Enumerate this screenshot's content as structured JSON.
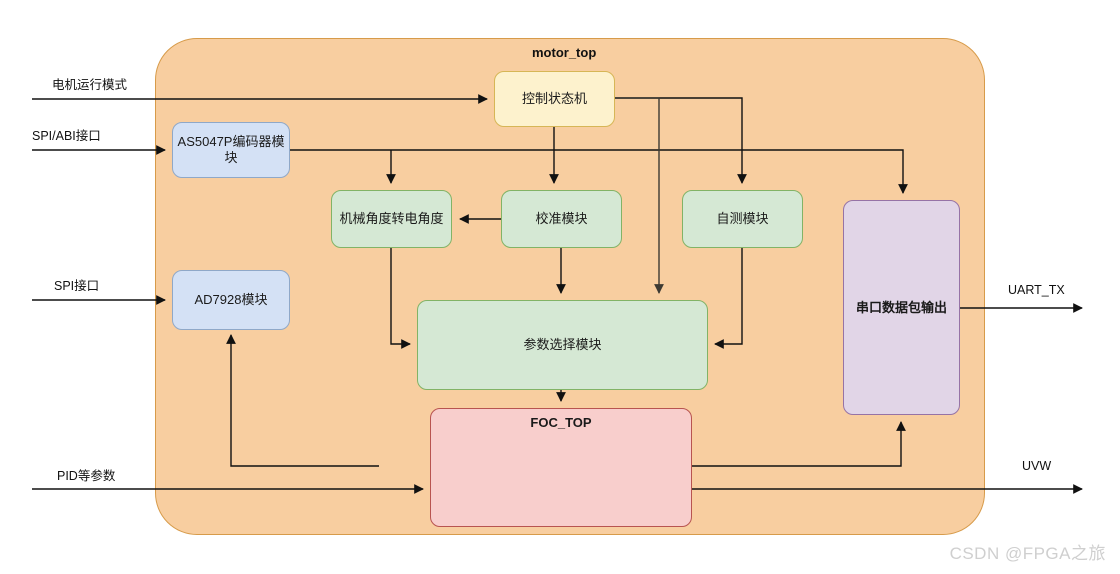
{
  "diagram": {
    "title": "motor_top",
    "container": {
      "label": "motor_top",
      "fill": "#f8cea0",
      "stroke": "#d79b4a"
    },
    "watermark": "CSDN @FPGA之旅",
    "nodes": [
      {
        "id": "as5047p",
        "label": "AS5047P编码器模块",
        "color": "#d4e1f5"
      },
      {
        "id": "ad7928",
        "label": "AD7928模块",
        "color": "#d4e1f5"
      },
      {
        "id": "fsm",
        "label": "控制状态机",
        "color": "#fdf2cd"
      },
      {
        "id": "mech2elec",
        "label": "机械角度转电角度",
        "color": "#d5e8d4"
      },
      {
        "id": "calib",
        "label": "校准模块",
        "color": "#d5e8d4"
      },
      {
        "id": "selftest",
        "label": "自测模块",
        "color": "#d5e8d4"
      },
      {
        "id": "paramsel",
        "label": "参数选择模块",
        "color": "#d5e8d4"
      },
      {
        "id": "foctop",
        "label": "FOC_TOP",
        "color": "#f8cecc"
      },
      {
        "id": "uartpkt",
        "label": "串口数据包输出",
        "color": "#e1d5e7"
      }
    ],
    "inputs": [
      {
        "id": "mode",
        "label": "电机运行模式"
      },
      {
        "id": "spi_abi",
        "label": "SPI/ABI接口"
      },
      {
        "id": "spi",
        "label": "SPI接口"
      },
      {
        "id": "pid",
        "label": "PID等参数"
      }
    ],
    "outputs": [
      {
        "id": "uart_tx",
        "label": "UART_TX"
      },
      {
        "id": "uvw",
        "label": "UVW"
      }
    ]
  }
}
